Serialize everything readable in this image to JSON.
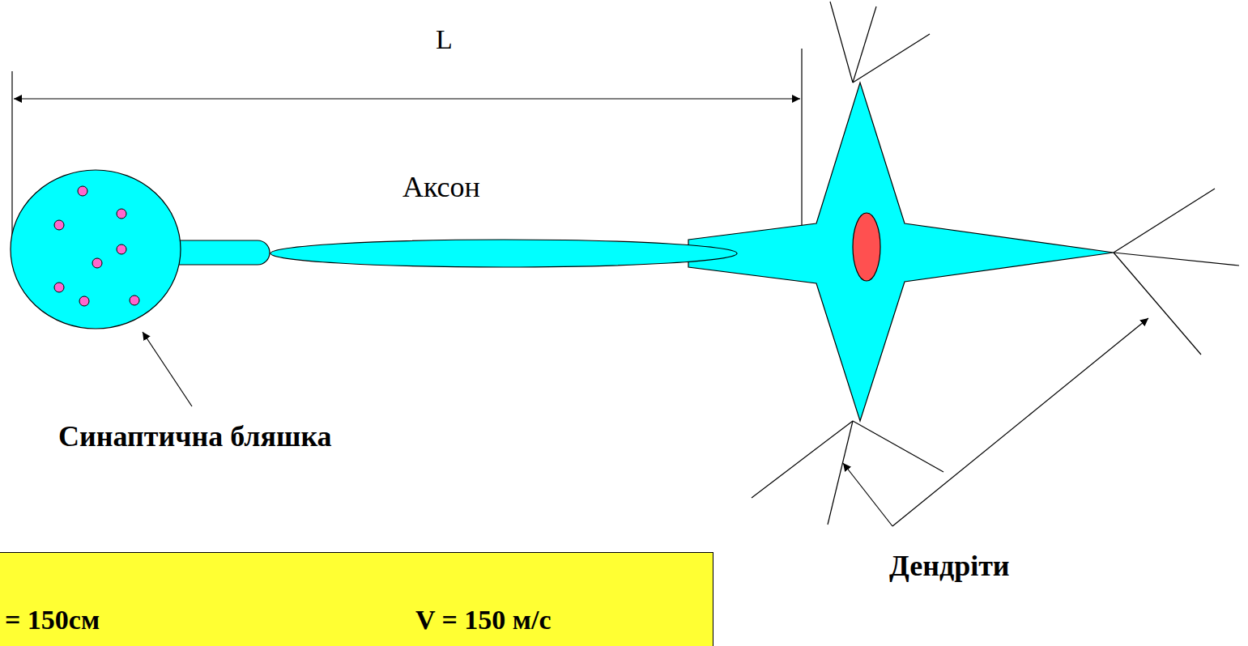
{
  "diagram": {
    "nodes": [
      {
        "text": [
          "= 150см",
          "V = 150 м/с"
        ]
      }
    ],
    "labels": [
      "L",
      "Аксон",
      "Синаптична бляшка",
      "Дендріти"
    ]
  }
}
